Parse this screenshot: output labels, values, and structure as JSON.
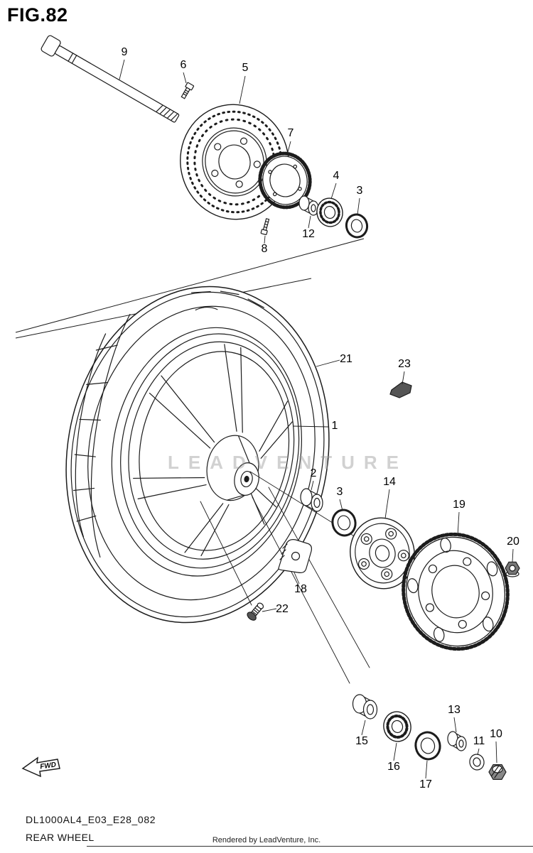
{
  "figure": {
    "title": "FIG.82",
    "code": "DL1000AL4_E03_E28_082",
    "name": "REAR WHEEL",
    "rendered_by": "Rendered by LeadVenture, Inc.",
    "watermark": "LEADVENTURE",
    "fwd_label": "FWD"
  },
  "callouts": [
    "9",
    "6",
    "5",
    "7",
    "12",
    "4",
    "3",
    "8",
    "21",
    "23",
    "1",
    "2",
    "3",
    "14",
    "19",
    "20",
    "18",
    "22",
    "15",
    "16",
    "17",
    "13",
    "11",
    "10"
  ]
}
